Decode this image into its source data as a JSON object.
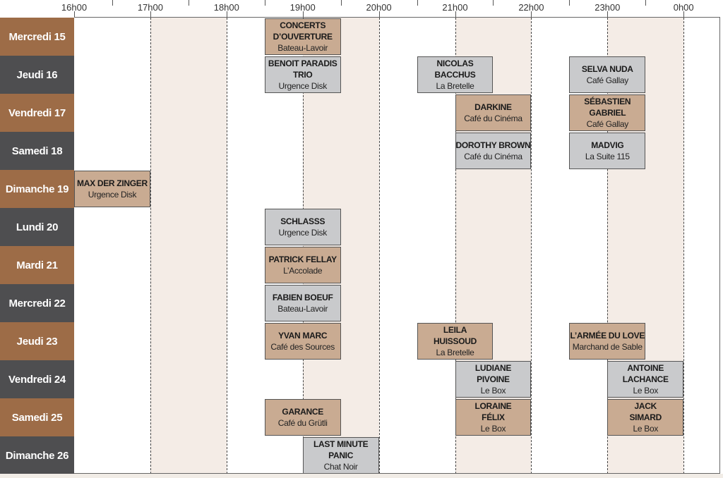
{
  "hours": [
    "16h00",
    "17h00",
    "18h00",
    "19h00",
    "20h00",
    "21h00",
    "22h00",
    "23h00",
    "0h00"
  ],
  "colors": {
    "day_brown": "#9d6c47",
    "day_grey": "#4e4e50",
    "event_brown": "#c9ab92",
    "event_grey": "#c9cacc",
    "shade": "#f4ece6"
  },
  "days": [
    {
      "label": "Mercredi 15",
      "tone": "b",
      "events": [
        {
          "name": "CONCERTS\nD’OUVERTURE",
          "venue": "Bateau-Lavoir",
          "start": 18.5,
          "end": 19.5
        }
      ]
    },
    {
      "label": "Jeudi 16",
      "tone": "g",
      "events": [
        {
          "name": "BENOIT PARADIS\nTRIO",
          "venue": "Urgence Disk",
          "start": 18.5,
          "end": 19.5
        },
        {
          "name": "NICOLAS BACCHUS",
          "venue": "La Bretelle",
          "start": 20.5,
          "end": 21.5
        },
        {
          "name": "SELVA NUDA",
          "venue": "Café Gallay",
          "start": 22.5,
          "end": 23.5
        }
      ]
    },
    {
      "label": "Vendredi 17",
      "tone": "b",
      "events": [
        {
          "name": "DARKINE",
          "venue": "Café du Cinéma",
          "start": 21,
          "end": 22
        },
        {
          "name": "SÉBASTIEN\nGABRIEL",
          "venue": "Café Gallay",
          "start": 22.5,
          "end": 23.5
        }
      ]
    },
    {
      "label": "Samedi 18",
      "tone": "g",
      "events": [
        {
          "name": "DOROTHY BROWN",
          "venue": "Café du Cinéma",
          "start": 21,
          "end": 22
        },
        {
          "name": "MADVIG",
          "venue": "La Suite 115",
          "start": 22.5,
          "end": 23.5
        }
      ]
    },
    {
      "label": "Dimanche 19",
      "tone": "b",
      "events": [
        {
          "name": "MAX DER ZINGER",
          "venue": "Urgence Disk",
          "start": 16,
          "end": 17
        }
      ]
    },
    {
      "label": "Lundi 20",
      "tone": "g",
      "events": [
        {
          "name": "SCHLASSS",
          "venue": "Urgence Disk",
          "start": 18.5,
          "end": 19.5
        }
      ]
    },
    {
      "label": "Mardi 21",
      "tone": "b",
      "events": [
        {
          "name": "PATRICK FELLAY",
          "venue": "L’Accolade",
          "start": 18.5,
          "end": 19.5
        }
      ]
    },
    {
      "label": "Mercredi 22",
      "tone": "g",
      "events": [
        {
          "name": "FABIEN BOEUF",
          "venue": "Bateau-Lavoir",
          "start": 18.5,
          "end": 19.5
        }
      ]
    },
    {
      "label": "Jeudi 23",
      "tone": "b",
      "events": [
        {
          "name": "YVAN MARC",
          "venue": "Café des Sources",
          "start": 18.5,
          "end": 19.5
        },
        {
          "name": "LEILA\nHUISSOUD",
          "venue": "La Bretelle",
          "start": 20.5,
          "end": 21.5
        },
        {
          "name": "L’ARMÉE DU LOVE",
          "venue": "Marchand de Sable",
          "start": 22.5,
          "end": 23.5
        }
      ]
    },
    {
      "label": "Vendredi 24",
      "tone": "g",
      "events": [
        {
          "name": "LUDIANE\nPIVOINE",
          "venue": "Le Box",
          "start": 21,
          "end": 22
        },
        {
          "name": "ANTOINE\nLACHANCE",
          "venue": "Le Box",
          "start": 23,
          "end": 24
        }
      ]
    },
    {
      "label": "Samedi 25",
      "tone": "b",
      "events": [
        {
          "name": "GARANCE",
          "venue": "Café du Grütli",
          "start": 18.5,
          "end": 19.5
        },
        {
          "name": "LORAINE\nFÉLIX",
          "venue": "Le Box",
          "start": 21,
          "end": 22
        },
        {
          "name": "JACK\nSIMARD",
          "venue": "Le Box",
          "start": 23,
          "end": 24
        }
      ]
    },
    {
      "label": "Dimanche 26",
      "tone": "g",
      "events": [
        {
          "name": "LAST MINUTE\nPANIC",
          "venue": "Chat Noir",
          "start": 19,
          "end": 20
        }
      ]
    }
  ]
}
